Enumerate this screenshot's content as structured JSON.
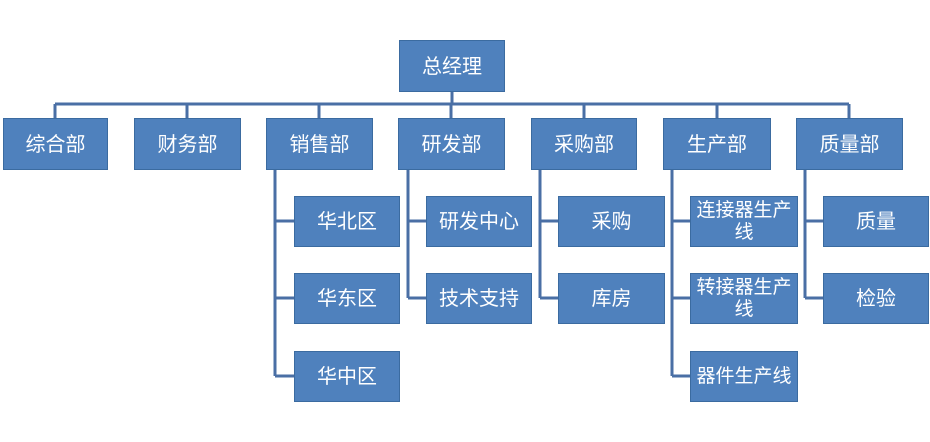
{
  "ceo": "总经理",
  "departments": [
    {
      "name": "综合部",
      "children": []
    },
    {
      "name": "财务部",
      "children": []
    },
    {
      "name": "销售部",
      "children": [
        "华北区",
        "华东区",
        "华中区"
      ]
    },
    {
      "name": "研发部",
      "children": [
        "研发中心",
        "技术支持"
      ]
    },
    {
      "name": "采购部",
      "children": [
        "采购",
        "库房"
      ]
    },
    {
      "name": "生产部",
      "children": [
        "连接器生产线",
        "转接器生产线",
        "器件生产线"
      ]
    },
    {
      "name": "质量部",
      "children": [
        "质量",
        "检验"
      ]
    }
  ],
  "colors": {
    "box": "#4f81bd",
    "line": "#4a6fa5",
    "text": "#ffffff"
  }
}
